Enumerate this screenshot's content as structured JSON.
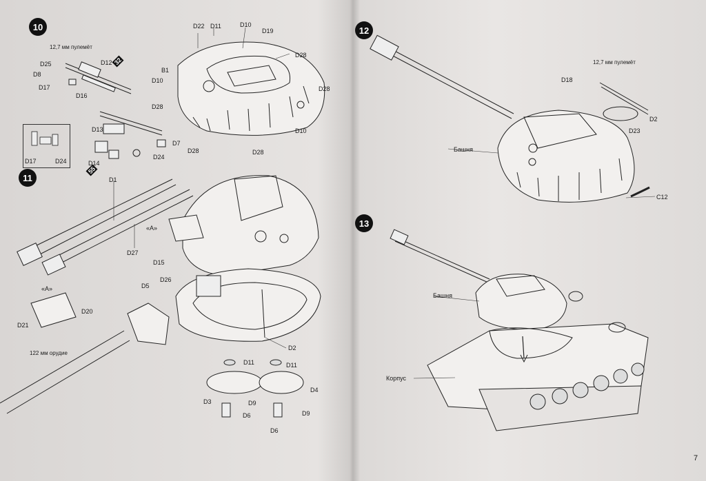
{
  "page_number": "7",
  "left_page": {
    "step10": {
      "number": "10",
      "caption_mg": "12,7 мм пулемёт",
      "ref_badge": "32",
      "labels": [
        "D22",
        "D11",
        "D10",
        "D19",
        "D28",
        "D25",
        "D12",
        "B1",
        "D8",
        "D17",
        "D16",
        "D10",
        "D28",
        "D28",
        "D13",
        "D7",
        "D10",
        "D28",
        "D28",
        "D14",
        "D24",
        "D17",
        "D24"
      ]
    },
    "step11": {
      "number": "11",
      "ref_badge": "55",
      "marker_a": "«A»",
      "caption_gun": "122 мм орудие",
      "labels": [
        "D1",
        "D27",
        "D15",
        "D26",
        "D5",
        "D20",
        "D21",
        "D2",
        "D11",
        "D11",
        "D3",
        "D9",
        "D4",
        "D6",
        "D9",
        "D6"
      ]
    }
  },
  "right_page": {
    "step12": {
      "number": "12",
      "caption_mg": "12,7 мм пулемёт",
      "labels": [
        "D18",
        "D2",
        "D23",
        "C12"
      ],
      "turret_label": "Башня"
    },
    "step13": {
      "number": "13",
      "turret_label": "Башня",
      "hull_label": "Корпус"
    }
  }
}
